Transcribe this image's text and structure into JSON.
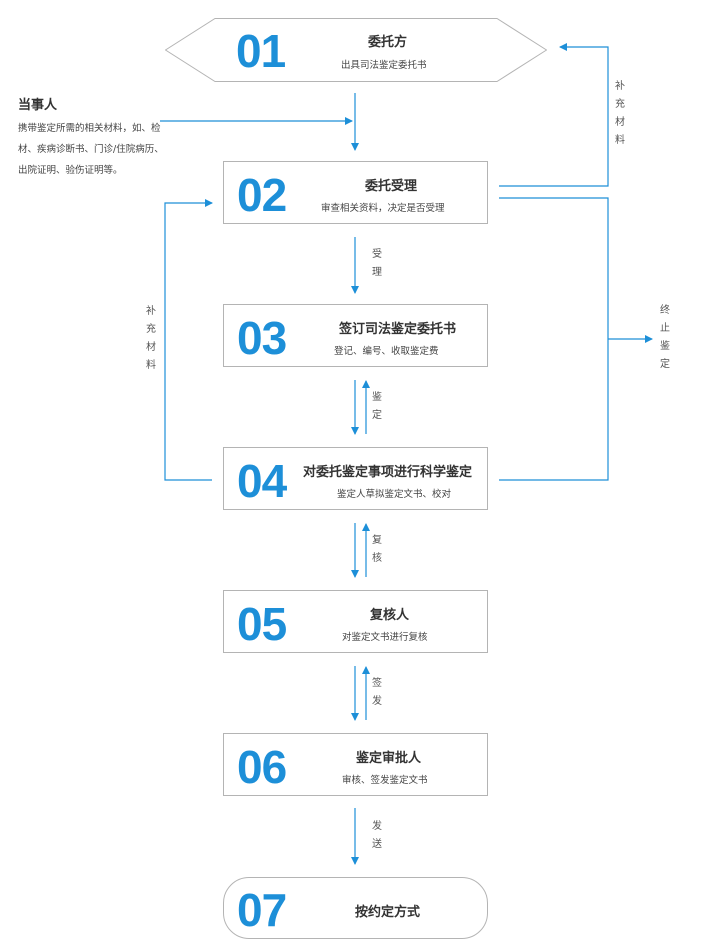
{
  "accent_color": "#1d8fd8",
  "steps": [
    {
      "num": "01",
      "title": "委托方",
      "desc": "出具司法鉴定委托书"
    },
    {
      "num": "02",
      "title": "委托受理",
      "desc": "审查相关资料，决定是否受理"
    },
    {
      "num": "03",
      "title": "签订司法鉴定委托书",
      "desc": "登记、编号、收取鉴定费"
    },
    {
      "num": "04",
      "title": "对委托鉴定事项进行科学鉴定",
      "desc": "鉴定人草拟鉴定文书、校对"
    },
    {
      "num": "05",
      "title": "复核人",
      "desc": "对鉴定文书进行复核"
    },
    {
      "num": "06",
      "title": "鉴定审批人",
      "desc": "审核、签发鉴定文书"
    },
    {
      "num": "07",
      "title": "按约定方式",
      "desc": ""
    }
  ],
  "party": {
    "title": "当事人",
    "desc": "携带鉴定所需的相关材料，如、检材、疾病诊断书、门诊/住院病历、出院证明、验伤证明等。"
  },
  "labels": {
    "supplement_right": "补充材料",
    "supplement_left": "补充材料",
    "terminate": "终止鉴定",
    "accept": "受理",
    "appraise": "鉴定",
    "review": "复核",
    "sign": "签发",
    "send": "发送"
  }
}
